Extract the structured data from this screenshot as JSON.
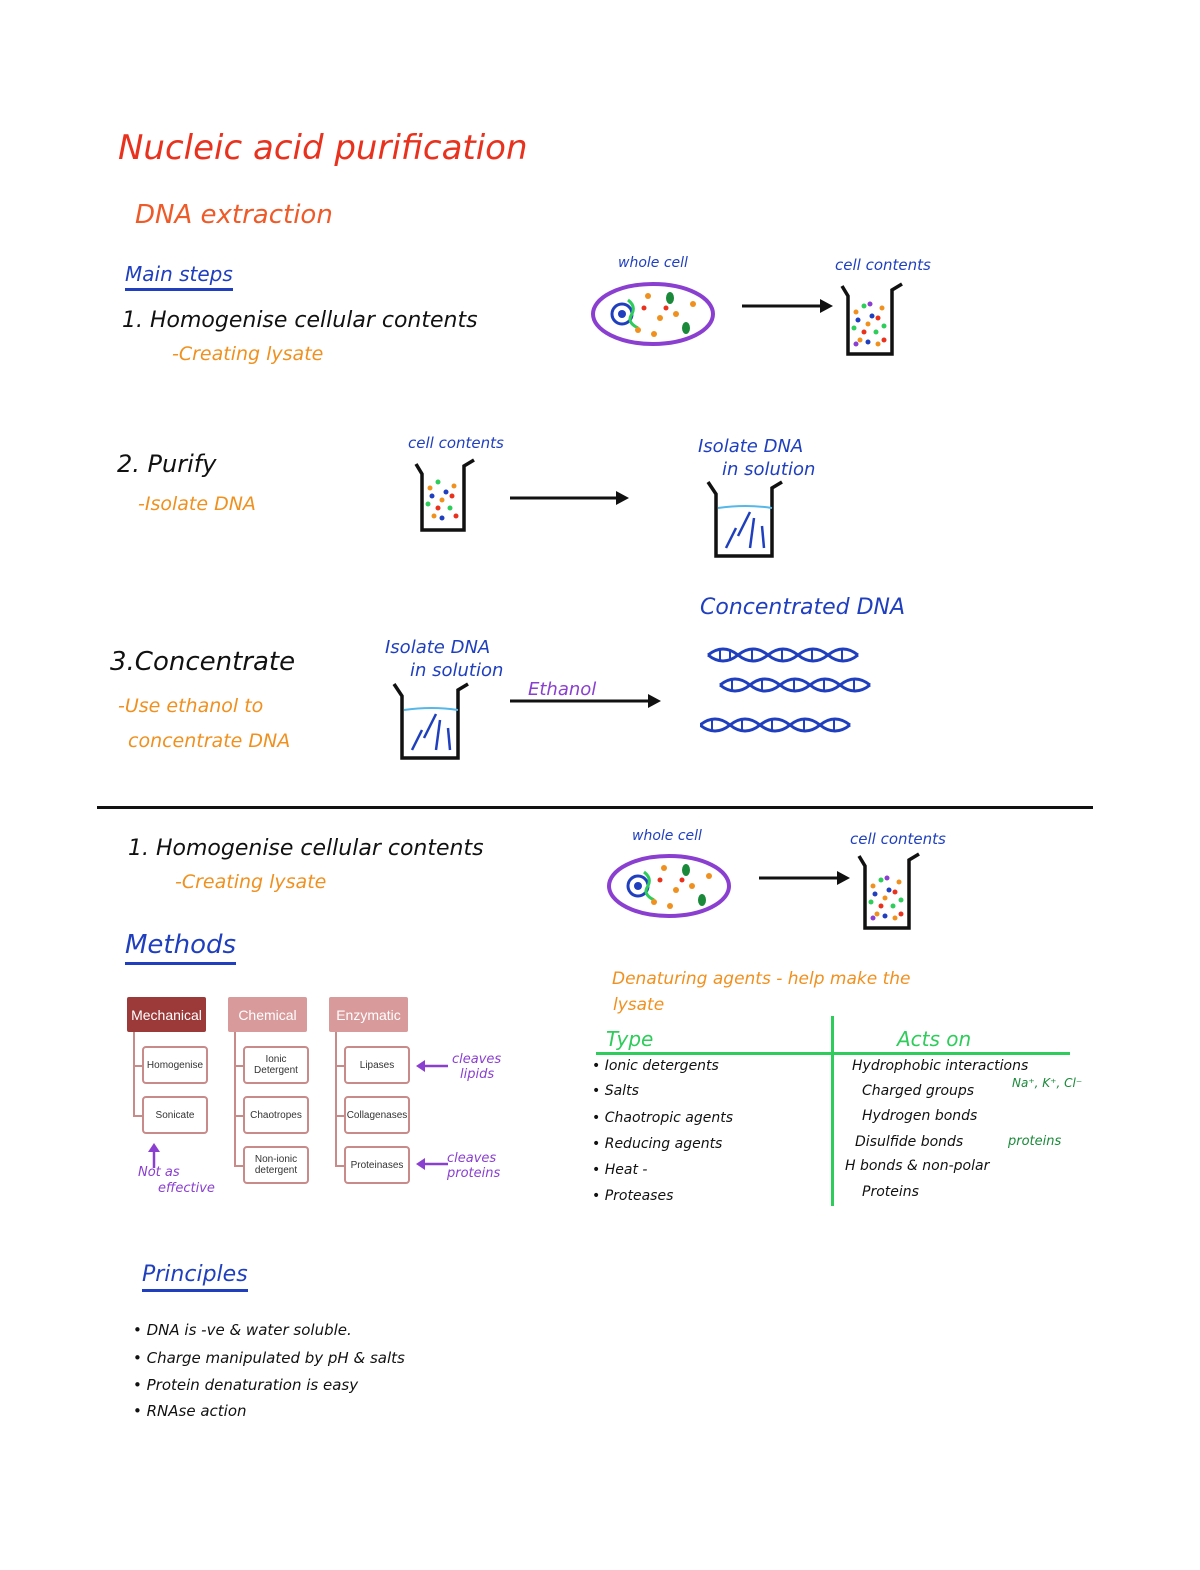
{
  "title": "Nucleic acid purification",
  "subtitle": "DNA extraction",
  "main_steps_heading": "Main steps",
  "step1": {
    "label": "1.  Homogenise cellular contents",
    "sub": "-Creating lysate"
  },
  "step2": {
    "label": "2. Purify",
    "sub": "-Isolate DNA"
  },
  "step3": {
    "label": "3.Concentrate",
    "sub1": "-Use ethanol to",
    "sub2": "concentrate DNA"
  },
  "labels": {
    "whole_cell": "whole cell",
    "cell_contents": "cell contents",
    "isolate_dna_1": "Isolate DNA",
    "isolate_dna_2": "in solution",
    "ethanol": "Ethanol",
    "concentrated_dna": "Concentrated DNA"
  },
  "section2": {
    "step1_label": "1.  Homogenise cellular contents",
    "step1_sub": "-Creating lysate",
    "methods_heading": "Methods",
    "methods": {
      "mechanical": {
        "title": "Mechanical",
        "items": [
          "Homogenise",
          "Sonicate"
        ]
      },
      "chemical": {
        "title": "Chemical",
        "items": [
          "Ionic Detergent",
          "Chaotropes",
          "Non-ionic detergent"
        ]
      },
      "enzymatic": {
        "title": "Enzymatic",
        "items": [
          "Lipases",
          "Collagenases",
          "Proteinases"
        ]
      }
    },
    "annotations": {
      "cleaves_lipids": [
        "cleaves",
        "lipids"
      ],
      "cleaves_proteins": [
        "cleaves",
        "proteins"
      ],
      "not_as_effective": [
        "Not as",
        "effective"
      ]
    },
    "denaturing_heading_1": "Denaturing agents - help make the",
    "denaturing_heading_2": "lysate",
    "table": {
      "col1_header": "Type",
      "col2_header": "Acts on",
      "rows": [
        {
          "type": "Ionic detergents",
          "acts_on": "Hydrophobic interactions"
        },
        {
          "type": "Salts",
          "acts_on": "Charged groups",
          "note": "Na⁺, K⁺, Cl⁻"
        },
        {
          "type": "Chaotropic agents",
          "acts_on": "Hydrogen bonds"
        },
        {
          "type": "Reducing agents",
          "acts_on": "Disulfide bonds",
          "note": "proteins"
        },
        {
          "type": "Heat -",
          "acts_on": "H bonds & non-polar"
        },
        {
          "type": "Proteases",
          "acts_on": "Proteins"
        }
      ]
    },
    "principles_heading": "Principles",
    "principles": [
      "DNA is -ve & water soluble.",
      "Charge manipulated by pH & salts",
      "Protein denaturation is easy",
      "RNAse action"
    ]
  },
  "colors": {
    "title": "#e8321e",
    "orange": "#f0901e",
    "blue": "#1f3fbf",
    "purple": "#8a3fd0",
    "green": "#2ecc5a",
    "header_dark": "#9c3a3a",
    "header_light": "#d89a9a"
  }
}
